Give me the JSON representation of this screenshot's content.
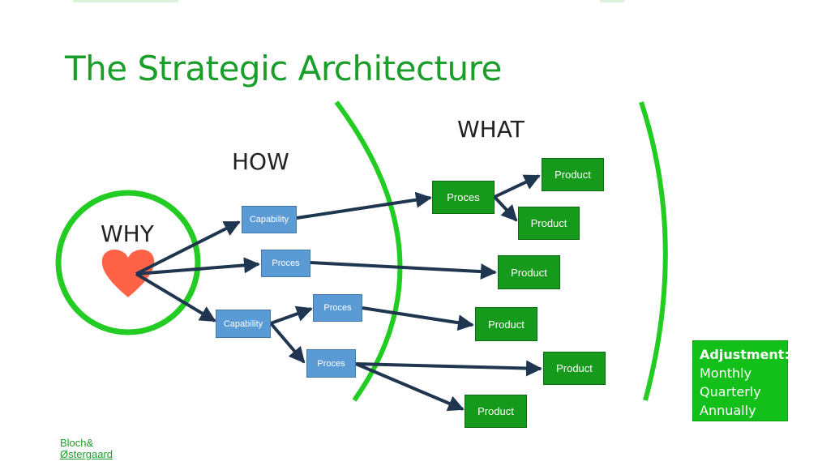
{
  "slide": {
    "title": "The Strategic Architecture",
    "labels": {
      "why": "WHY",
      "how": "HOW",
      "what": "WHAT"
    }
  },
  "nodes": {
    "capability_1": "Capability",
    "capability_2": "Capability",
    "proces_1": "Proces",
    "proces_2": "Proces",
    "proces_3": "Proces",
    "proces_4": "Proces",
    "product_1": "Product",
    "product_2": "Product",
    "product_3": "Product",
    "product_4": "Product",
    "product_5": "Product",
    "product_6": "Product"
  },
  "adjustment": {
    "heading": "Adjustment:",
    "items": [
      "Monthly",
      "Quarterly",
      "Annually"
    ]
  },
  "logo": {
    "line1": "Bloch&",
    "line2": "Østergaard"
  },
  "colors": {
    "title_green": "#1a9e2a",
    "ring_green": "#22cc22",
    "capability_blue": "#5b9bd5",
    "product_green": "#159a1c",
    "adjust_green": "#13c01a",
    "arrow": "#1f3550",
    "heart": "#ff6347"
  },
  "icons": {
    "why": "heart-icon"
  }
}
